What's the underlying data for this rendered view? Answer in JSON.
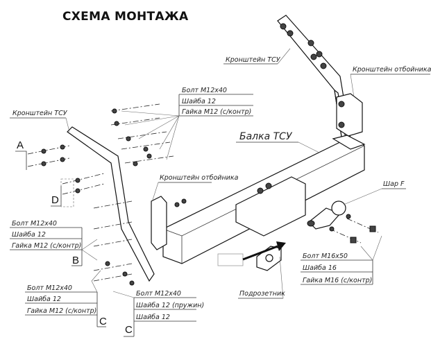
{
  "title": "СХЕМА МОНТАЖА",
  "labels": {
    "bracket_tsu_top": "Кронштейн ТСУ",
    "bracket_bumper_top": "Кронштейн отбойника",
    "bracket_tsu_left": "Кронштейн ТСУ",
    "bracket_bumper_mid": "Кронштейн отбойника",
    "beam_tsu": "Балка ТСУ",
    "ball_f": "Шар F",
    "socket_plate": "Подрозетник"
  },
  "callouts": {
    "top_group": [
      "Болт М12х40",
      "Шайба 12",
      "Гайка М12 (с/контр)"
    ],
    "group_b": [
      "Болт М12х40",
      "Шайба 12",
      "Гайка М12 (с/контр)"
    ],
    "group_c_left": [
      "Болт М12х40",
      "Шайба 12",
      "Гайка М12 (с/контр)"
    ],
    "group_c_right": [
      "Болт М12х40",
      "Шайба 12 (пружин)",
      "Шайба 12"
    ],
    "group_ball": [
      "Болт М16х50",
      "Шайба 16",
      "Гайка М16 (с/контр)"
    ]
  },
  "letters": {
    "a": "A",
    "d": "D",
    "b": "B",
    "c1": "C",
    "c2": "C"
  }
}
